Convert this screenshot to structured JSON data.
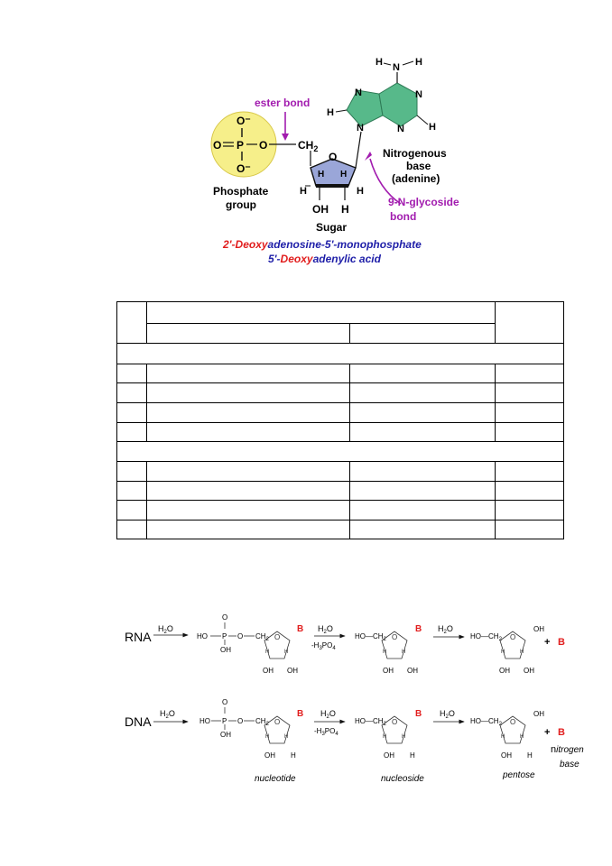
{
  "figure_top": {
    "labels": {
      "ester_bond": "ester bond",
      "phosphate_group": "Phosphate\ngroup",
      "sugar": "Sugar",
      "nitrogenous_base": "Nitrogenous\nbase\n(adenine)",
      "glycoside_bond": "9-N-glycoside\nbond"
    },
    "atoms": {
      "O": "O",
      "P": "P",
      "H": "H",
      "N": "N",
      "OH": "OH",
      "CH2": "CH2",
      "O_minus": "O⁻"
    },
    "caption_line1_red": "2'-Deoxy",
    "caption_line1_blue": "adenosine-5'-monophosphate",
    "caption_line2_blue_a": "5'-",
    "caption_line2_red": "Deoxy",
    "caption_line2_blue_b": "adenylic acid",
    "colors": {
      "red": "#e11d1d",
      "blue": "#1e1ea8",
      "purple": "#a21caf",
      "phosphate_fill": "#f6ef8a",
      "sugar_fill": "#9aa6d8",
      "base_fill": "#57b98a"
    }
  },
  "table": {
    "header_rows": 2,
    "section_rows": 2,
    "body_rows_per_section": 4
  },
  "hydrolysis": {
    "rows": [
      {
        "name": "RNA",
        "sugar_oh": true
      },
      {
        "name": "DNA",
        "sugar_oh": false
      }
    ],
    "water": "H2O",
    "minus_phosphate": "-H3PO4",
    "ho": "HO",
    "base": "B",
    "plus": "+",
    "captions": {
      "nucleotide": "nucleotide",
      "nucleoside": "nucleoside",
      "pentose": "pentose",
      "nitrogen_base_n": "n",
      "nitrogen_base_rest": "itrogen",
      "nitrogen_base_line2": "base"
    }
  }
}
